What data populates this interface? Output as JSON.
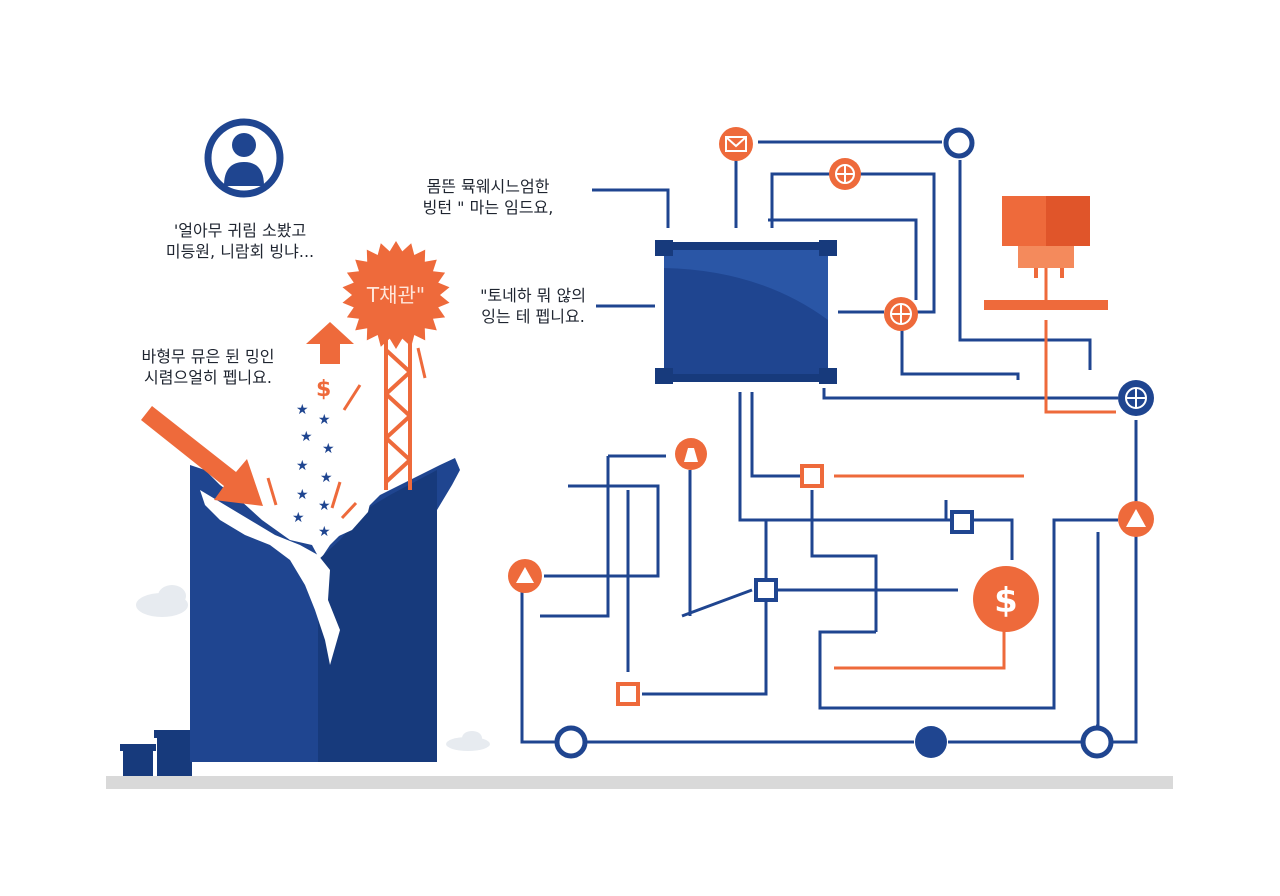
{
  "colors": {
    "navy": "#1f4590",
    "navy_dark": "#173a7c",
    "orange": "#ee6a3b",
    "orange_light": "#f48a5c",
    "ground": "#d9d9d9",
    "cloud": "#e7ebf0"
  },
  "captions": {
    "left_top": [
      "'얼아무 귀림 소봤고",
      "미등원, 니람회 빙냐..."
    ],
    "left_mid": [
      "바형무 뮤은 뒨 밍인",
      "시렴으얼히 펩니요."
    ],
    "center_top": [
      "몸뜬 뮥웨시느엄한",
      "빙턴 \" 마는 임드요,"
    ],
    "center_mid": [
      "\"토네하 뭐 않의",
      "잉는 테 펩니요."
    ]
  },
  "badge": {
    "label": "T채관\""
  },
  "icons": {
    "user": "user-icon",
    "mail": "mail-icon",
    "globe": "globe-icon",
    "dollar": "dollar-icon",
    "triangle": "triangle-icon",
    "square": "square-node-icon",
    "ring": "ring-node-icon",
    "monitor": "monitor-icon",
    "star": "star-icon",
    "arrow": "arrow-icon"
  }
}
